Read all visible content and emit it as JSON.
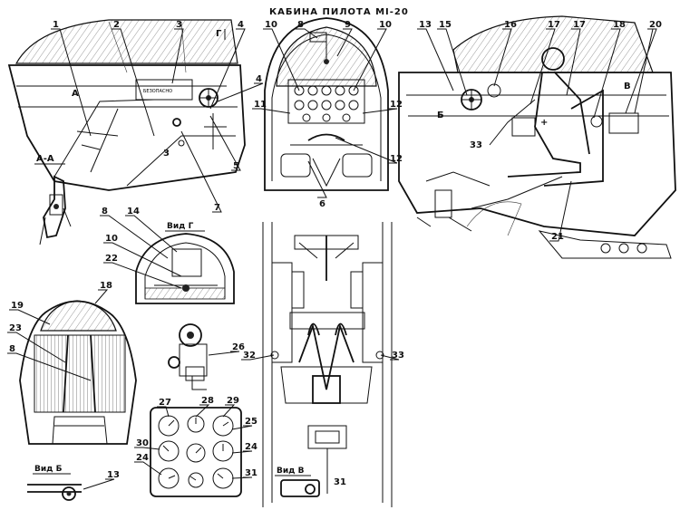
{
  "title": "КАБИНА ПИЛОТА МI-20",
  "views": {
    "section_aa": "А-А",
    "view_g": "Вид Г",
    "view_b": "Вид Б",
    "view_v": "Вид В",
    "mark_g": "Г",
    "mark_a": "А",
    "mark_b": "Б",
    "mark_v": "В"
  },
  "callouts": [
    "1",
    "2",
    "3",
    "4",
    "4",
    "5",
    "5",
    "6",
    "7",
    "8",
    "9",
    "10",
    "10",
    "11",
    "11",
    "12",
    "12",
    "13",
    "13",
    "14",
    "15",
    "16",
    "17",
    "17",
    "18",
    "18",
    "19",
    "20",
    "21",
    "8",
    "10",
    "22",
    "23",
    "8",
    "26",
    "27",
    "28",
    "29",
    "25",
    "30",
    "24",
    "24",
    "31",
    "32",
    "33",
    "33",
    "3"
  ],
  "panel_text": "БЕЗОПАСНО",
  "colors": {
    "ink": "#111111",
    "paper": "#ffffff"
  }
}
